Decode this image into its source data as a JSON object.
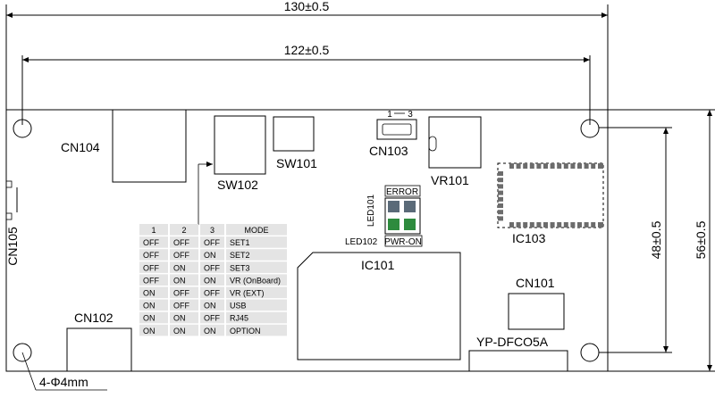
{
  "dimensions": {
    "overall_width": "130±0.5",
    "hole_pitch_x": "122±0.5",
    "hole_pitch_y": "48±0.5",
    "overall_height": "56±0.5"
  },
  "labels": {
    "cn104": "CN104",
    "sw102": "SW102",
    "sw101": "SW101",
    "cn103": "CN103",
    "cn103_pin_1": "1",
    "cn103_pin_3": "3",
    "vr101": "VR101",
    "ic103": "IC103",
    "led101": "LED101",
    "error": "ERROR",
    "led102": "LED102",
    "pwr_on": "PWR-ON",
    "ic101": "IC101",
    "cn105": "CN105",
    "cn102": "CN102",
    "cn101": "CN101",
    "model": "YP-DFCO5A",
    "holes": "4-Φ4mm"
  },
  "colors": {
    "led_error": "#5a6a78",
    "led_pwr": "#2e8b3e",
    "table_row_shade": "#e4e4e4"
  },
  "mode_table": {
    "headers": [
      "1",
      "2",
      "3",
      "MODE"
    ],
    "rows": [
      [
        "OFF",
        "OFF",
        "OFF",
        "SET1"
      ],
      [
        "OFF",
        "OFF",
        "ON",
        "SET2"
      ],
      [
        "OFF",
        "ON",
        "OFF",
        "SET3"
      ],
      [
        "OFF",
        "ON",
        "ON",
        "VR (OnBoard)"
      ],
      [
        "ON",
        "OFF",
        "OFF",
        "VR (EXT)"
      ],
      [
        "ON",
        "OFF",
        "ON",
        "USB"
      ],
      [
        "ON",
        "ON",
        "OFF",
        "RJ45"
      ],
      [
        "ON",
        "ON",
        "ON",
        "OPTION"
      ]
    ]
  }
}
